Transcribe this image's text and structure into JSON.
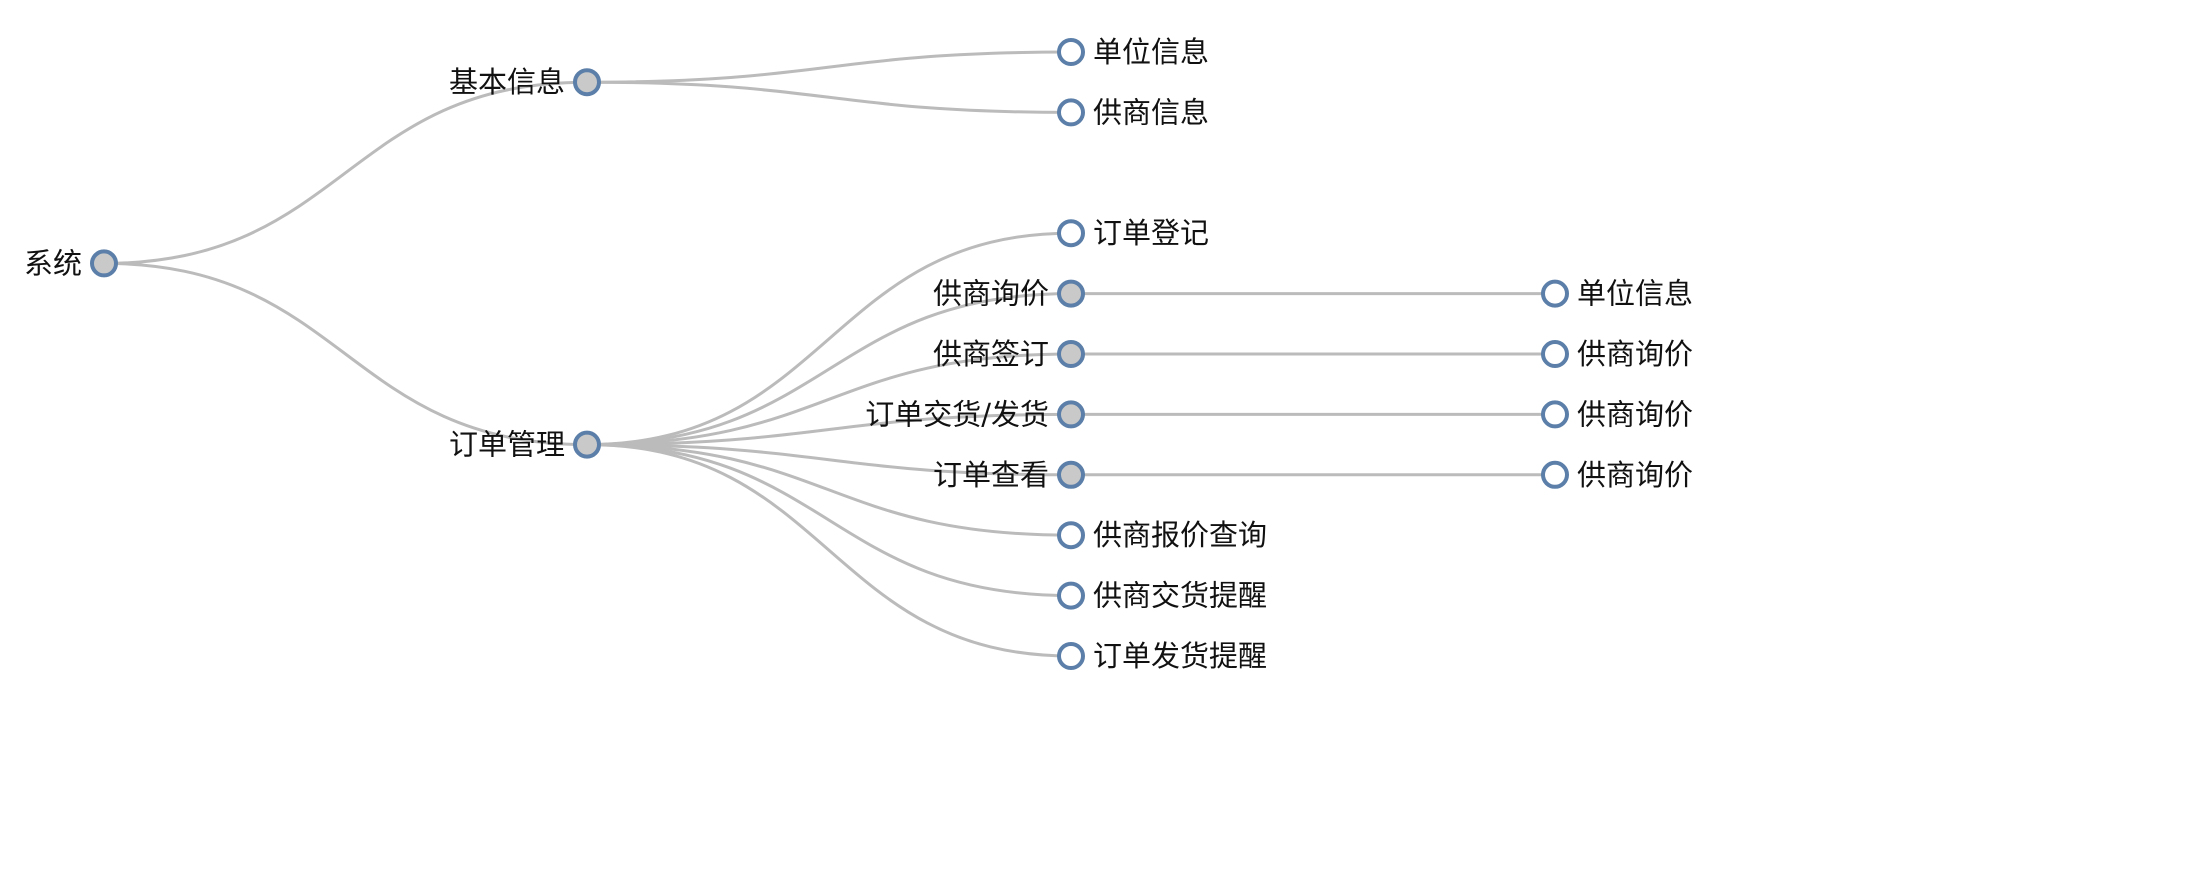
{
  "tree": {
    "name": "系统",
    "children": [
      {
        "name": "基本信息",
        "children": [
          {
            "name": "单位信息"
          },
          {
            "name": "供商信息"
          }
        ]
      },
      {
        "name": "订单管理",
        "children": [
          {
            "name": "订单登记"
          },
          {
            "name": "供商询价",
            "children": [
              {
                "name": "单位信息"
              }
            ]
          },
          {
            "name": "供商签订",
            "children": [
              {
                "name": "供商询价"
              }
            ]
          },
          {
            "name": "订单交货/发货",
            "children": [
              {
                "name": "供商询价"
              }
            ]
          },
          {
            "name": "订单查看",
            "children": [
              {
                "name": "供商询价"
              }
            ]
          },
          {
            "name": "供商报价查询"
          },
          {
            "name": "供商交货提醒"
          },
          {
            "name": "订单发货提醒"
          }
        ]
      }
    ]
  },
  "colors": {
    "link": "#bbbbbb",
    "node_stroke": "#5b7fa8",
    "node_fill_parent": "#c9c9c9",
    "node_fill_leaf": "#ffffff"
  }
}
